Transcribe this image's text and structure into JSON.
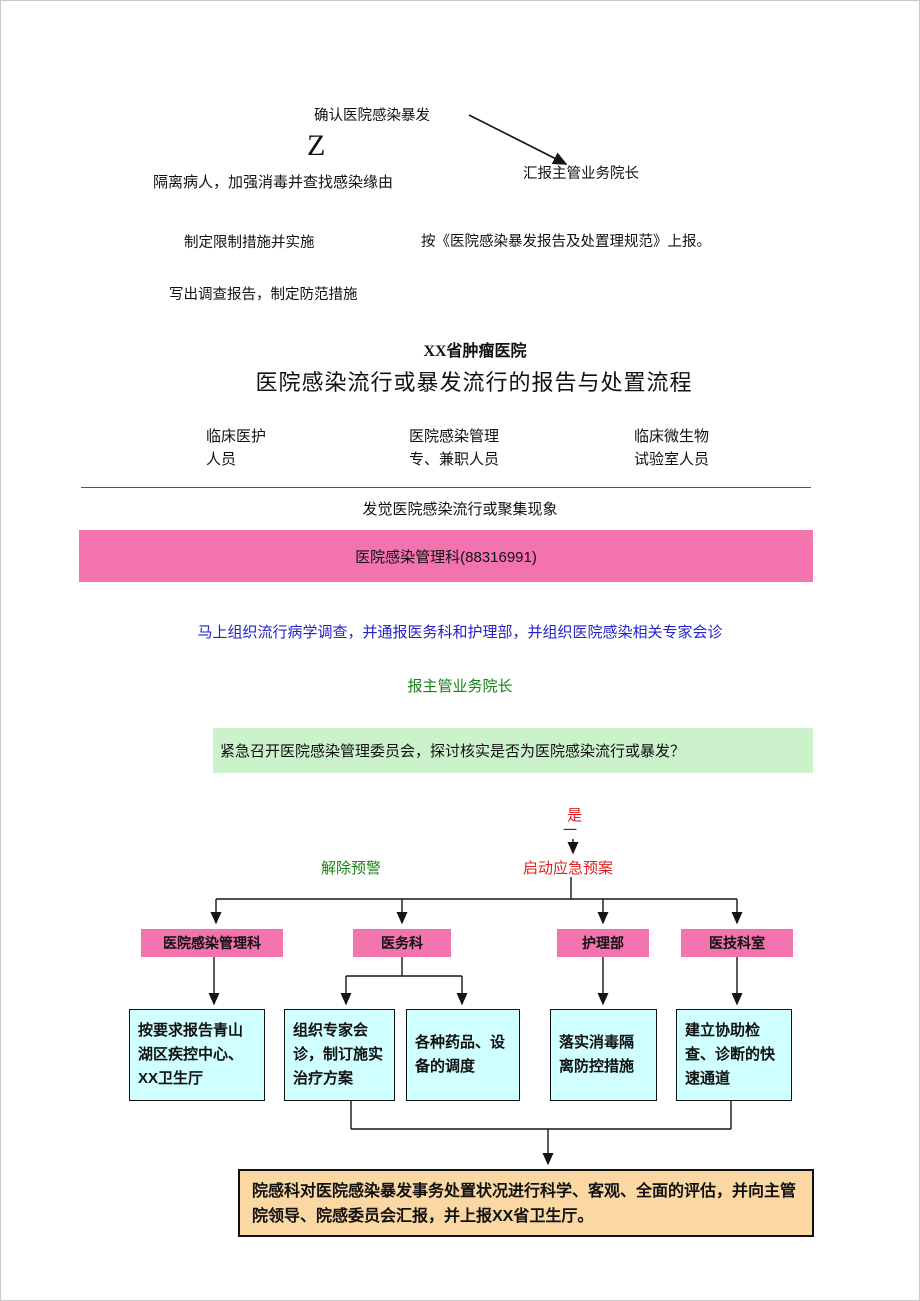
{
  "colors": {
    "pink": "#F273AE",
    "light_green": "#CBF2CB",
    "cyan": "#CFFFFF",
    "tan": "#FAD7A3",
    "blue_text": "#2323C8",
    "green_text": "#158515",
    "red_text": "#E02020"
  },
  "fragments": {
    "confirm_outbreak": "确认医院感染暴发",
    "z_mark": "Z",
    "report_director": "汇报主管业务院长",
    "isolate_patients": "隔离病人，加强消毒并查找感染缘由",
    "restrict_measures": "制定限制措施并实施",
    "report_by_rule": "按《医院感染暴发报告及处置理规范》上报。",
    "write_report": "写出调查报告，制定防范措施"
  },
  "header": {
    "hospital": "XX省肿瘤医院",
    "title": "医院感染流行或暴发流行的报告与处置流程"
  },
  "roles": [
    {
      "line1": "临床医护",
      "line2": "人员"
    },
    {
      "line1": "医院感染管理",
      "line2": "专、兼职人员"
    },
    {
      "line1": "临床微生物",
      "line2": "试验室人员"
    }
  ],
  "flow": {
    "discover": "发觉医院感染流行或聚集现象",
    "dept_banner": "医院感染管理科(88316991)",
    "organize_blue": "马上组织流行病学调查，并通报医务科和护理部，并组织医院感染相关专家会诊",
    "report_leader": "报主管业务院长",
    "committee_box": "紧急召开医院感染管理委员会，探讨核实是否为医院感染流行或暴发？",
    "yes_label": "是",
    "yes_dash": "一",
    "release_label": "解除预警",
    "activate_label": "启动应急预案"
  },
  "departments": [
    {
      "name": "医院感染管理科"
    },
    {
      "name": "医务科"
    },
    {
      "name": "护理部"
    },
    {
      "name": "医技科室"
    }
  ],
  "tasks": [
    {
      "text": "按要求报告青山湖区疾控中心、XX卫生厅"
    },
    {
      "text": "组织专家会诊，制订施实治疗方案"
    },
    {
      "text": "各种药品、设备的调度"
    },
    {
      "text": "落实消毒隔离防控措施"
    },
    {
      "text": "建立协助检查、诊断的快速通道"
    }
  ],
  "final_box": {
    "text": "院感科对医院感染暴发事务处置状况进行科学、客观、全面的评估，并向主管院领导、院感委员会汇报，并上报XX省卫生厅。"
  }
}
